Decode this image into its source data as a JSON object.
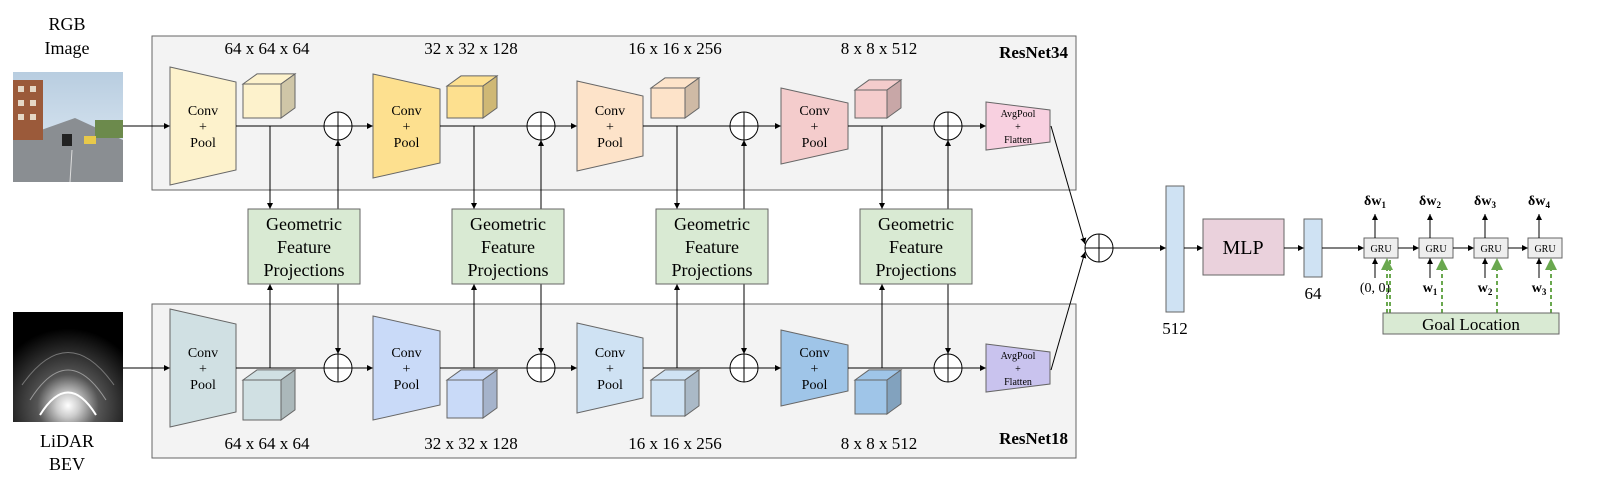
{
  "inputs": {
    "rgb": {
      "label_line1": "RGB",
      "label_line2": "Image"
    },
    "lidar": {
      "label_line1": "LiDAR",
      "label_line2": "BEV"
    }
  },
  "branches": {
    "top": {
      "name": "ResNet34",
      "stage_label": [
        "Conv",
        "+",
        "Pool"
      ],
      "dims": [
        "64 x 64 x 64",
        "32 x 32 x 128",
        "16 x 16 x 256",
        "8 x 8 x 512"
      ],
      "colors": {
        "trap": [
          "#fdf2cc",
          "#fde08f",
          "#fde3c9",
          "#f4cccc"
        ],
        "cube": [
          "#fdf2cc",
          "#fde08f",
          "#fde3c9",
          "#f4cccc"
        ]
      },
      "avgpool": [
        "AvgPool",
        "+",
        "Flatten"
      ],
      "avgpool_color": "#f8d0e0"
    },
    "bottom": {
      "name": "ResNet18",
      "stage_label": [
        "Conv",
        "+",
        "Pool"
      ],
      "dims": [
        "64 x 64 x 64",
        "32 x 32 x 128",
        "16 x 16 x 256",
        "8 x 8 x 512"
      ],
      "colors": {
        "trap": [
          "#d0e0e3",
          "#c9daf8",
          "#cfe2f3",
          "#9fc5e8"
        ],
        "cube": [
          "#d0e0e3",
          "#c9daf8",
          "#cfe2f3",
          "#9fc5e8"
        ]
      },
      "avgpool": [
        "AvgPool",
        "+",
        "Flatten"
      ],
      "avgpool_color": "#c9c3ee"
    }
  },
  "projection": {
    "lines": [
      "Geometric",
      "Feature",
      "Projections"
    ],
    "color": "#d9ead3"
  },
  "head": {
    "vec512": "512",
    "mlp": "MLP",
    "mlp_color": "#ead1dc",
    "vec64": "64",
    "vec_color": "#cfe2f3",
    "gru_label": "GRU",
    "outputs": [
      "δw1",
      "δw2",
      "δw3",
      "δw4"
    ],
    "inputs": [
      "(0, 0)",
      "w1",
      "w2",
      "w3"
    ],
    "goal": "Goal Location",
    "goal_color": "#d9ead3",
    "dashed_color": "#6aa84f"
  }
}
